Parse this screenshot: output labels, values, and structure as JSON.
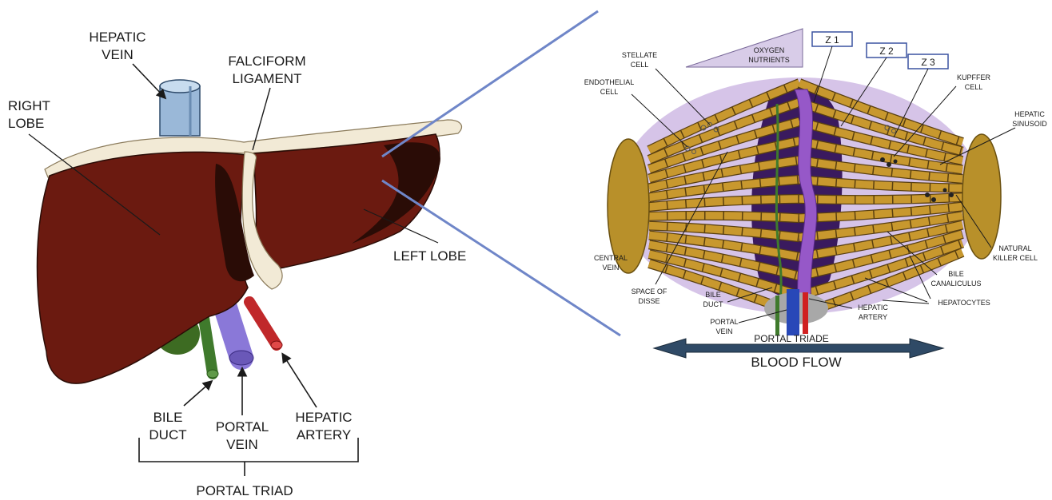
{
  "liver": {
    "hepatic_vein": [
      "HEPATIC",
      "VEIN"
    ],
    "falciform_ligament": [
      "FALCIFORM",
      "LIGAMENT"
    ],
    "right_lobe": [
      "RIGHT",
      "LOBE"
    ],
    "left_lobe": "LEFT LOBE",
    "bile_duct": [
      "BILE",
      "DUCT"
    ],
    "portal_vein": [
      "PORTAL",
      "VEIN"
    ],
    "hepatic_artery": [
      "HEPATIC",
      "ARTERY"
    ],
    "portal_triad": "PORTAL TRIAD"
  },
  "lobule": {
    "oxygen_nutrients": [
      "OXYGEN",
      "NUTRIENTS"
    ],
    "zones": [
      "Z 1",
      "Z 2",
      "Z 3"
    ],
    "stellate_cell": [
      "STELLATE",
      "CELL"
    ],
    "endothelial_cell": [
      "ENDOTHELIAL",
      "CELL"
    ],
    "kupffer_cell": [
      "KUPFFER",
      "CELL"
    ],
    "hepatic_sinusoid": [
      "HEPATIC",
      "SINUSOID"
    ],
    "central_vein": [
      "CENTRAL",
      "VEIN"
    ],
    "space_of_disse": [
      "SPACE OF",
      "DISSE"
    ],
    "bile_duct": [
      "BILE",
      "DUCT"
    ],
    "portal_vein": [
      "PORTAL",
      "VEIN"
    ],
    "hepatic_artery": [
      "HEPATIC",
      "ARTERY"
    ],
    "portal_triade": "PORTAL TRIADE",
    "natural_killer_cell": [
      "NATURAL",
      "KILLER CELL"
    ],
    "bile_canaliculus": [
      "BILE",
      "CANALICULUS"
    ],
    "hepatocytes": "HEPATOCYTES",
    "blood_flow": "BLOOD FLOW"
  },
  "colors": {
    "liver": "#6b1a10",
    "liver_dark": "#2a0c06",
    "capsule": "#f2ead6",
    "hepatic_vein": "#9ab8d8",
    "portal_vein": "#8a78d8",
    "hepatic_artery": "#c0282a",
    "bile_duct": "#3f7a2c",
    "gallbladder": "#3d6b22",
    "hepatocyte": "#c8982e",
    "lobule_bg": "#d6c4e8",
    "center_dark": "#3a1a5e",
    "center_purple": "#9658c8",
    "connector": "#6f86c8",
    "arrow": "#2f4a66"
  }
}
